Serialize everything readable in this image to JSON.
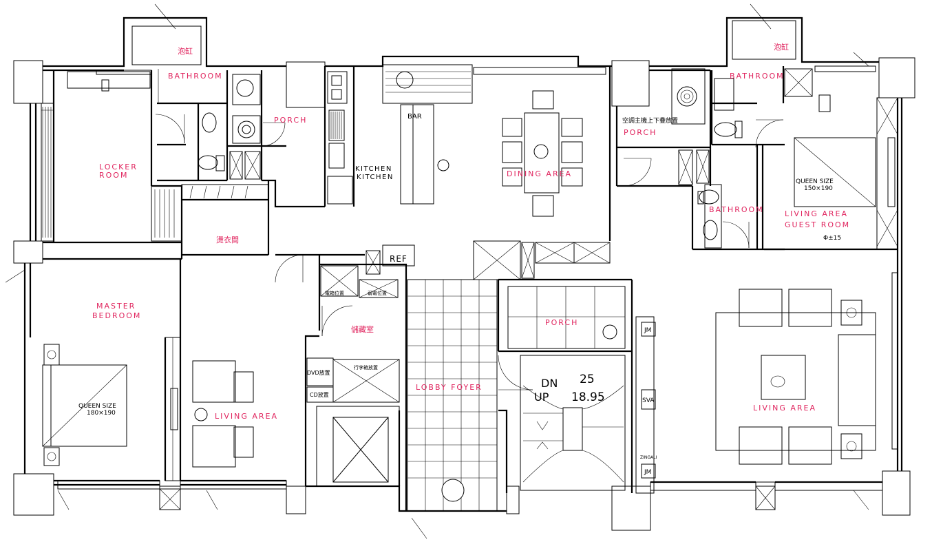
{
  "rooms": {
    "bathroom_left": "BATHROOM",
    "bathtub_left": "泡缸",
    "porch_top_left": "PORCH",
    "bar": "BAR",
    "kitchen_1": "KITCHEN",
    "kitchen_2": "KITCHEN",
    "dining": "DINING AREA",
    "ac_note": "空調主機上下疊放置",
    "porch_top_right": "PORCH",
    "bathroom_right_top": "BATHROOM",
    "bathtub_right": "泡缸",
    "queen_right": "QUEEN SIZE",
    "queen_right_dim": "150×190",
    "living_guest": "LIVING AREA",
    "guest_room": "GUEST ROOM",
    "bathroom_right_mid": "BATHROOM",
    "guest_note": "Φ±15",
    "locker_1": "LOCKER",
    "locker_2": "ROOM",
    "ironing": "燙衣間",
    "ref": "REF",
    "master_1": "MASTER",
    "master_2": "BEDROOM",
    "queen_left": "QUEEN SIZE",
    "queen_left_dim": "180×190",
    "living_left": "LIVING AREA",
    "storage": "儲藏室",
    "storage_note_1": "電箱位置",
    "storage_note_2": "弱電位置",
    "dvd": "DVD放置",
    "cd": "CD放置",
    "luggage": "行李箱放置",
    "lobby": "LOBBY FOYER",
    "porch_center": "PORCH",
    "stair_dn": "DN",
    "stair_up": "UP",
    "stair_count": "25",
    "stair_height": "18.95",
    "jm_top": "JM",
    "sva": "SVA",
    "jm_bottom": "JM",
    "zing": "ZINGALI",
    "living_right": "LIVING AREA"
  }
}
